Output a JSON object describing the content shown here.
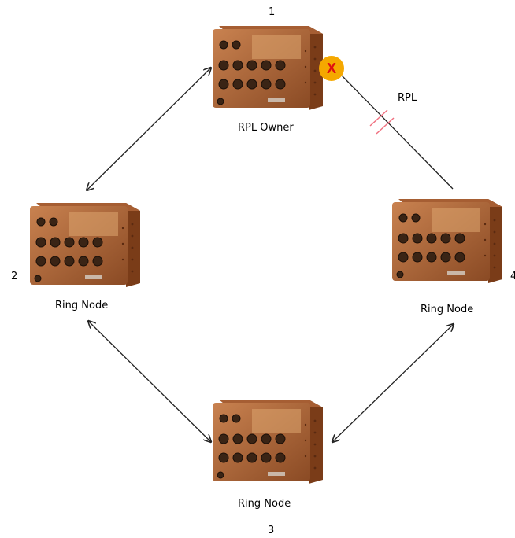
{
  "nodes": [
    {
      "id": "1",
      "label": "RPL Owner"
    },
    {
      "id": "2",
      "label": "Ring Node"
    },
    {
      "id": "3",
      "label": "Ring Node"
    },
    {
      "id": "4",
      "label": "Ring Node"
    }
  ],
  "rpl_label": "RPL",
  "blocked_marker": "X",
  "colors": {
    "device_body": "#b0683a",
    "device_dark": "#6b3416",
    "marker_fill": "#f5a800",
    "marker_x": "#e01010",
    "break_mark": "#f07080",
    "link": "#222222"
  }
}
